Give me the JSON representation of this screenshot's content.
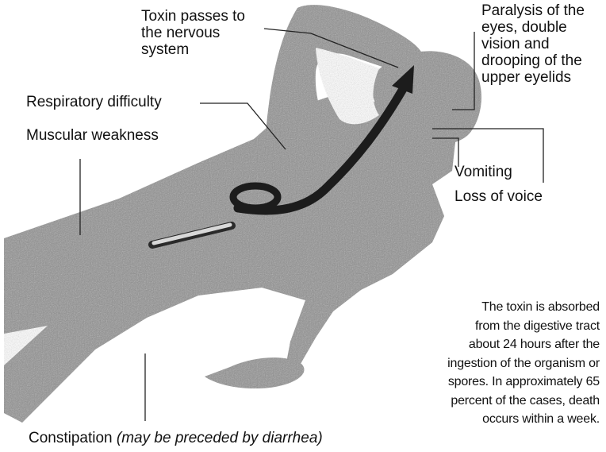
{
  "labels": {
    "toxin_nervous": [
      "Toxin passes to",
      "the nervous",
      "system"
    ],
    "paralysis": [
      "Paralysis of the",
      "eyes, double",
      "vision and",
      "drooping of the",
      "upper eyelids"
    ],
    "respiratory": "Respiratory difficulty",
    "muscular": "Muscular weakness",
    "vomiting": "Vomiting",
    "loss_voice": "Loss of voice",
    "constipation": "Constipation",
    "constipation_note": "(may be preceded by diarrhea)"
  },
  "fact_text": [
    "The toxin is absorbed",
    "from the digestive tract",
    "about 24 hours after the",
    "ingestion of the organism or",
    "spores. In approximately 65",
    "percent of the cases, death",
    "occurs within a week."
  ],
  "colors": {
    "body_fill": "#8f8f8f",
    "arrow": "#1c1c1c",
    "leader_line": "#222222",
    "text": "#111111",
    "background": "#ffffff"
  }
}
